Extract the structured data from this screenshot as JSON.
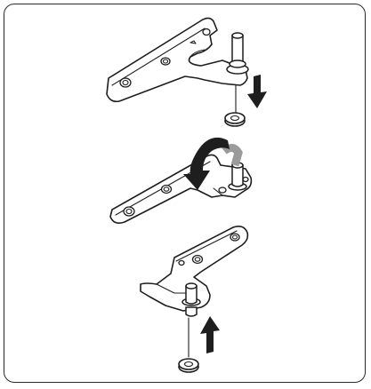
{
  "figure": {
    "steps": [
      "remove-washer",
      "rotate-hinge",
      "reinstall-washer"
    ],
    "colors": {
      "line": "#1e1e1e",
      "frame": "#2a2a2a",
      "rotation_accent": "#9a9a9a",
      "background": "#ffffff"
    },
    "icons": [
      "down-arrow-icon",
      "rotate-arrow-icon",
      "up-arrow-icon"
    ]
  }
}
